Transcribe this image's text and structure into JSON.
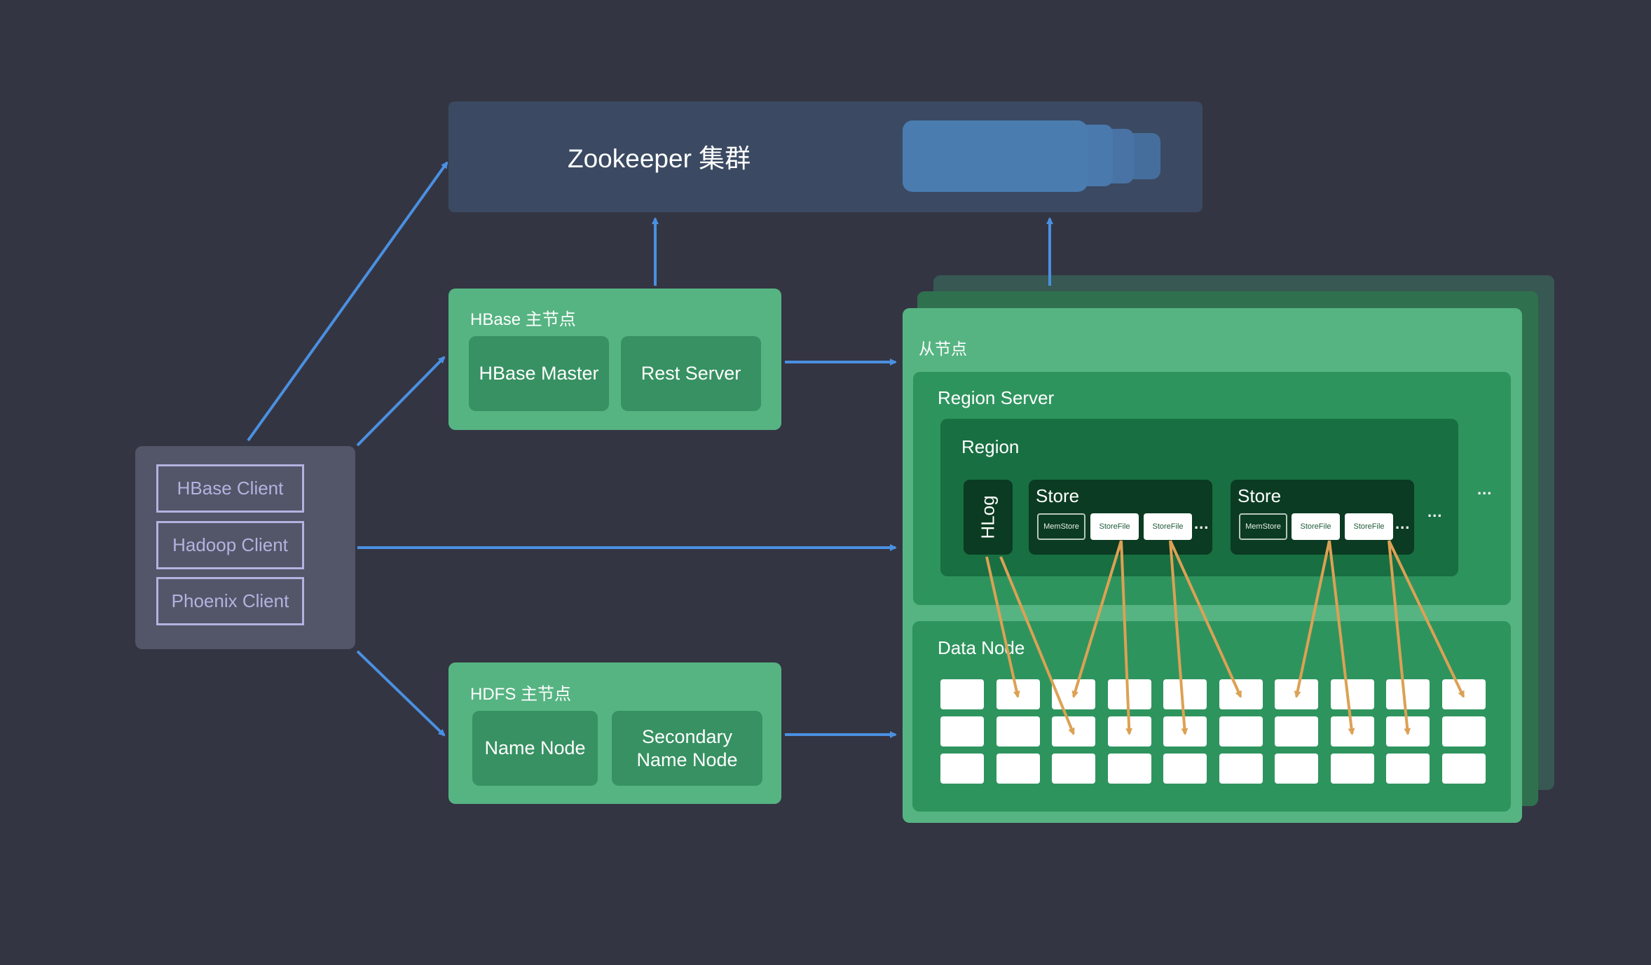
{
  "zookeeper": {
    "title": "Zookeeper 集群",
    "server_icon": "server-stack-icon",
    "color": "#3b4a62",
    "server_color": "#4a7cb0"
  },
  "clients": {
    "items": [
      {
        "label": "HBase Client"
      },
      {
        "label": "Hadoop Client"
      },
      {
        "label": "Phoenix Client"
      }
    ],
    "color": "#535668",
    "text_color": "#b3b2e0"
  },
  "hbase_master": {
    "title": "HBase 主节点",
    "components": [
      {
        "label": "HBase Master"
      },
      {
        "label": "Rest Server"
      }
    ]
  },
  "hdfs_master": {
    "title": "HDFS 主节点",
    "components": [
      {
        "label": "Name Node"
      },
      {
        "label": "Secondary Name Node"
      }
    ]
  },
  "slave": {
    "title": "从节点",
    "region_server": {
      "title": "Region Server",
      "region": {
        "title": "Region",
        "hlog": "HLog",
        "stores": [
          {
            "title": "Store",
            "memstore": "MemStore",
            "storefiles": [
              "StoreFile",
              "StoreFile"
            ],
            "more": "..."
          },
          {
            "title": "Store",
            "memstore": "MemStore",
            "storefiles": [
              "StoreFile",
              "StoreFile"
            ],
            "more": "..."
          }
        ],
        "more_stores": "...",
        "more_regions": "..."
      }
    },
    "data_node": {
      "title": "Data Node",
      "grid": {
        "rows": 3,
        "cols": 10
      }
    }
  },
  "colors": {
    "background": "#343542",
    "arrow_blue": "#4a90e2",
    "arrow_orange": "#dca154",
    "green_light": "#56b482",
    "green_mid": "#2e945e",
    "green_dark": "#186f42",
    "green_darkest": "#0b3b22"
  },
  "links": {
    "blue": [
      {
        "from": "clients",
        "to": "zookeeper"
      },
      {
        "from": "clients",
        "to": "hbase_master"
      },
      {
        "from": "clients",
        "to": "slave"
      },
      {
        "from": "clients",
        "to": "hdfs_master"
      },
      {
        "from": "hbase_master",
        "to": "zookeeper"
      },
      {
        "from": "hbase_master",
        "to": "slave"
      },
      {
        "from": "hdfs_master",
        "to": "slave"
      },
      {
        "from": "slave",
        "to": "zookeeper"
      }
    ],
    "orange": [
      {
        "from": "hlog",
        "to": "block r1c2"
      },
      {
        "from": "hlog",
        "to": "block r2c3"
      },
      {
        "from": "store1 storefile1",
        "to": "block r1c3"
      },
      {
        "from": "store1 storefile1",
        "to": "block r2c4"
      },
      {
        "from": "store1 storefile2",
        "to": "block r2c5"
      },
      {
        "from": "store1 storefile2",
        "to": "block r1c6"
      },
      {
        "from": "store2 storefile1",
        "to": "block r1c7"
      },
      {
        "from": "store2 storefile1",
        "to": "block r2c8"
      },
      {
        "from": "store2 storefile2",
        "to": "block r2c9"
      },
      {
        "from": "store2 storefile2",
        "to": "block r1c10"
      }
    ]
  }
}
